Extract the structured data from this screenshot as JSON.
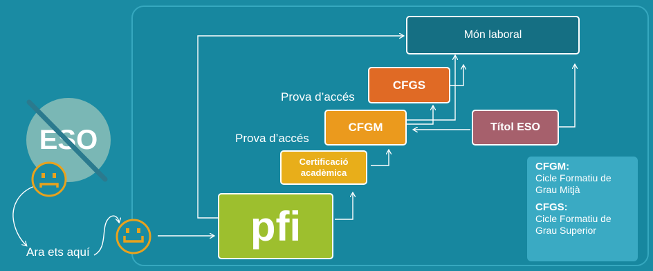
{
  "nodes": {
    "mon_laboral": "Món laboral",
    "cfgs": "CFGS",
    "cfgm": "CFGM",
    "titol_eso": "Títol ESO",
    "certificacio_line1": "Certificació",
    "certificacio_line2": "acadèmica",
    "pfi": "pfi",
    "eso": "ESO"
  },
  "labels": {
    "prova_cfgs": "Prova d’accés",
    "prova_cfgm": "Prova d’accés",
    "ara_ets_aqui": "Ara ets aquí"
  },
  "glossary": {
    "cfgm_term": "CFGM:",
    "cfgm_line1": "Cicle Formatiu de",
    "cfgm_line2": "Grau Mitjà",
    "cfgs_term": "CFGS:",
    "cfgs_line1": "Cicle Formatiu de",
    "cfgs_line2": "Grau Superior"
  },
  "colors": {
    "background": "#1a8ba3",
    "mon_laboral": "#156f83",
    "cfgs": "#e06a25",
    "cfgm": "#eb9a1d",
    "titol_eso": "#a6606c",
    "certificacio": "#e8ae1a",
    "pfi": "#9dbf2e",
    "eso_circle": "#7ab7b5",
    "face": "#e9a21d"
  }
}
